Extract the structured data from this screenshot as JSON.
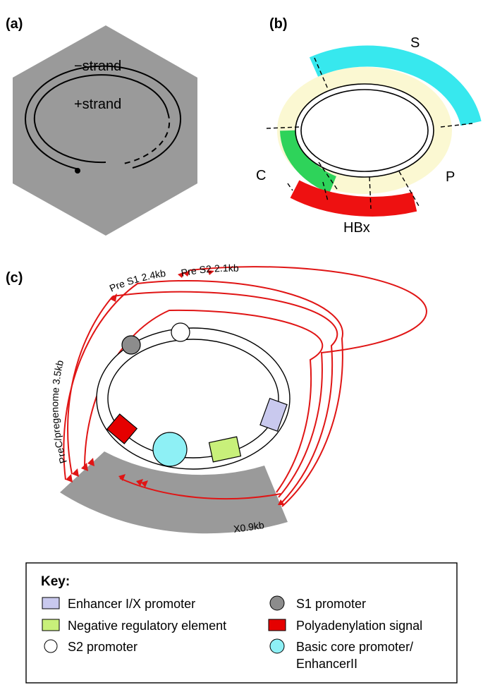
{
  "panels": {
    "a": {
      "label": "(a)",
      "minus_strand": "−strand",
      "plus_strand": "+strand"
    },
    "b": {
      "label": "(b)",
      "genes": [
        "S",
        "C",
        "P",
        "HBx"
      ]
    },
    "c": {
      "label": "(c)",
      "transcripts": [
        "Pre S1 2.4kb",
        "Pre S2 2.1kb",
        "PreC/pregenome 3.5kb",
        "X0.9kb"
      ]
    }
  },
  "key": {
    "title": "Key:",
    "items": [
      {
        "label": "Enhancer I/X promoter",
        "shape": "rect",
        "color": "#c9c9ee"
      },
      {
        "label": "S1 promoter",
        "shape": "circle",
        "color": "#8c8c8c"
      },
      {
        "label": "Negative regulatory element",
        "shape": "rect",
        "color": "#c8f07a"
      },
      {
        "label": "Polyadenylation signal",
        "shape": "rect",
        "color": "#e50000"
      },
      {
        "label": "S2 promoter",
        "shape": "circle",
        "color": "#ffffff"
      },
      {
        "label": "Basic core promoter/",
        "label2": "EnhancerII",
        "shape": "circle",
        "color": "#8ef0f5"
      }
    ]
  },
  "colors": {
    "capsid": "#9a9a9a",
    "S": "#37e8ee",
    "P": "#fbf8d2",
    "C": "#2ed35a",
    "HBx": "#ee1111",
    "transcript": "#e01515"
  }
}
